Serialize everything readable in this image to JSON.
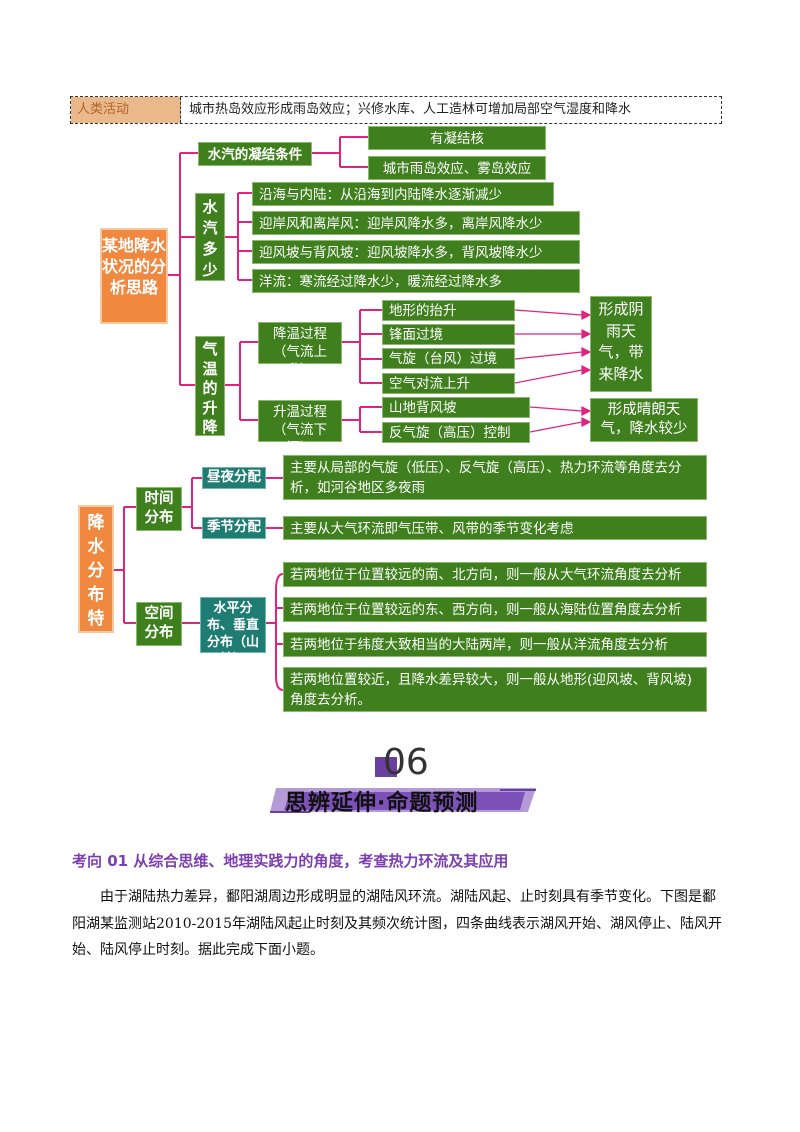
{
  "top_row": {
    "label": "人类活动",
    "text": "城市热岛效应形成雨岛效应；兴修水库、人工造林可增加局部空气湿度和降水"
  },
  "map1": {
    "root": "某地降水状况的分析思路",
    "condensation": {
      "label": "水汽的凝结条件",
      "items": [
        "有凝结核",
        "城市雨岛效应、雾岛效应"
      ]
    },
    "vapor": {
      "label": "水汽多少",
      "items": [
        "沿海与内陆：从沿海到内陆降水逐渐减少",
        "迎岸风和离岸风：迎岸风降水多，离岸风降水少",
        "迎风坡与背风坡：迎风坡降水多，背风坡降水少",
        "洋流：寒流经过降水少，暖流经过降水多"
      ]
    },
    "temp": {
      "label": "气温的升降",
      "cooling": {
        "label": "降温过程（气流上升）",
        "items": [
          "地形的抬升",
          "锋面过境",
          "气旋（台风）过境",
          "空气对流上升"
        ],
        "result": "形成阴雨天气，带来降水"
      },
      "warming": {
        "label": "升温过程（气流下沉）",
        "items": [
          "山地背风坡",
          "反气旋（高压）控制"
        ],
        "result": "形成晴朗天气，降水较少"
      }
    }
  },
  "map2": {
    "root": "降水分布特征",
    "time": {
      "label": "时间分布",
      "diurnal_label": "昼夜分配",
      "diurnal_text": "主要从局部的气旋（低压）、反气旋（高压）、热力环流等角度去分析，如河谷地区多夜雨",
      "seasonal_label": "季节分配",
      "seasonal_text": "主要从大气环流即气压带、风带的季节变化考虑"
    },
    "space": {
      "label": "空间分布",
      "sub_label": "水平分布、垂直分布（山地）",
      "items": [
        "若两地位于位置较远的南、北方向，则一般从大气环流角度去分析",
        "若两地位于位置较远的东、西方向，则一般从海陆位置角度去分析",
        "若两地位于纬度大致相当的大陆两岸，则一般从洋流角度去分析",
        "若两地位置较近，且降水差异较大，则一般从地形(迎风坡、背风坡)角度去分析。"
      ]
    }
  },
  "section": {
    "number": "06",
    "title": "思辨延伸·命题预测"
  },
  "kaoxiang": "考向 01  从综合思维、地理实践力的角度，考查热力环流及其应用",
  "paragraph": "由于湖陆热力差异，鄱阳湖周边形成明显的湖陆风环流。湖陆风起、止时刻具有季节变化。下图是鄱阳湖某监测站2010-2015年湖陆风起止时刻及其频次统计图，四条曲线表示湖风开始、湖风停止、陆风开始、陆风停止时刻。据此完成下面小题。",
  "colors": {
    "orange": "#f0893f",
    "green": "#3f7f1e",
    "teal": "#1e7c73",
    "connector": "#e0237e",
    "accent_purple": "#7b3fb0"
  }
}
